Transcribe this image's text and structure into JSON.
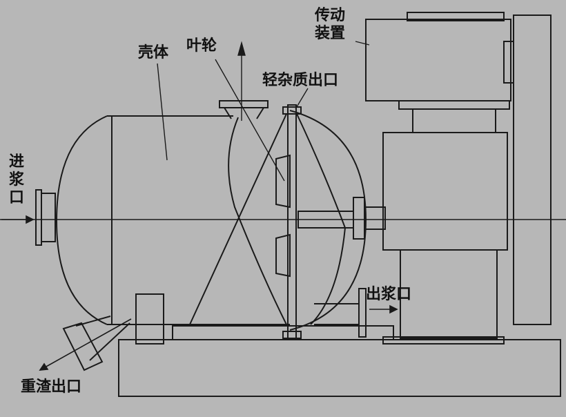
{
  "labels": {
    "drive": "传动装置",
    "shell": "壳体",
    "impeller": "叶轮",
    "light_outlet": "轻杂质出口",
    "inlet": "进浆口",
    "outlet": "出浆口",
    "heavy_outlet": "重渣出口"
  },
  "colors": {
    "background": "#b7b7b7",
    "line": "#1a1a1a",
    "text": "#111111"
  }
}
